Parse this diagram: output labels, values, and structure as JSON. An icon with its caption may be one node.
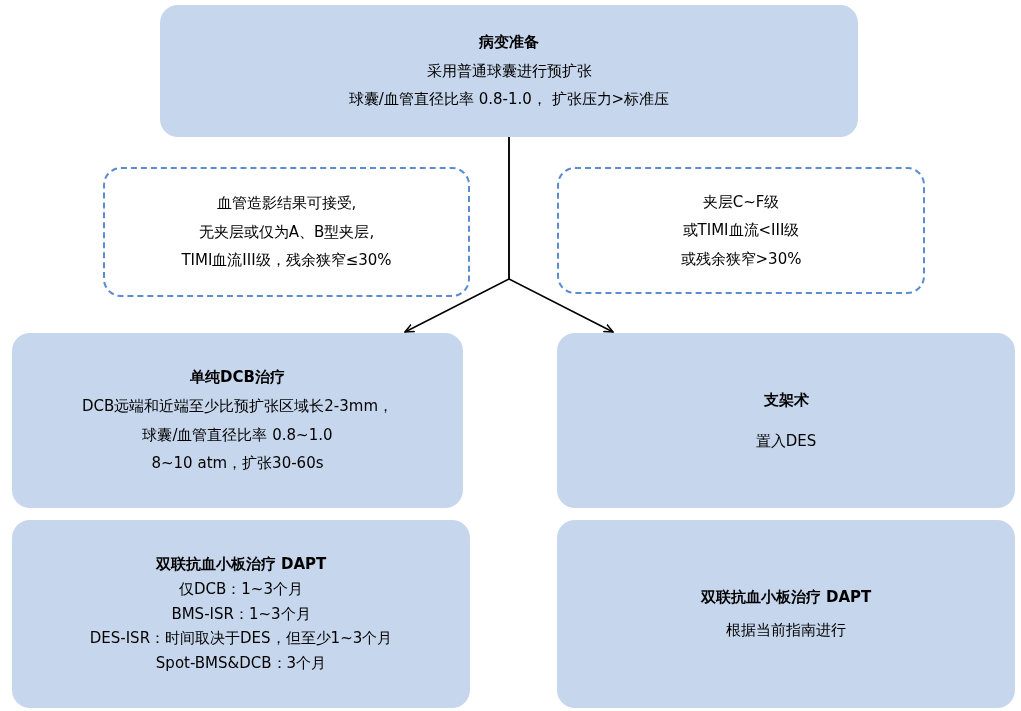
{
  "diagram": {
    "nodes": [
      {
        "text": [
          "病变准备",
          "采用普通球囊进行预扩张",
          "球囊/血管直径比率 0.8-1.0， 扩张压力>标准压"
        ]
      },
      {
        "text": [
          "血管造影结果可接受,",
          "无夹层或仅为A、B型夹层,",
          "TIMI血流III级，残余狭窄≤30%"
        ]
      },
      {
        "text": [
          "夹层C~F级",
          "或TIMI血流<III级",
          "或残余狭窄>30%"
        ]
      },
      {
        "text": [
          "单纯DCB治疗",
          "DCB远端和近端至少比预扩张区域长2-3mm，",
          "球囊/血管直径比率 0.8~1.0",
          "8~10 atm，扩张30-60s"
        ]
      },
      {
        "text": [
          "支架术",
          "置入DES"
        ]
      },
      {
        "text": [
          "双联抗血小板治疗 DAPT",
          "仅DCB：1~3个月",
          "BMS-ISR：1~3个月",
          "DES-ISR：时间取决于DES，但至少1~3个月",
          "Spot-BMS&DCB：3个月"
        ]
      },
      {
        "text": [
          "双联抗血小板治疗 DAPT",
          "根据当前指南进行"
        ]
      }
    ],
    "edges": [
      {
        "from": 0,
        "to": 3,
        "arrow": "to"
      },
      {
        "from": 0,
        "to": 4,
        "arrow": "to"
      }
    ]
  }
}
